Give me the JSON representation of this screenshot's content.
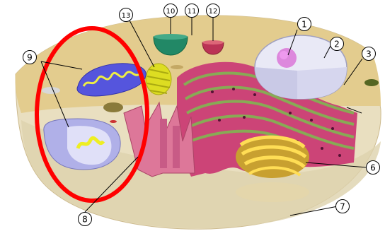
{
  "callouts": [
    {
      "id": "c1",
      "number": "1"
    },
    {
      "id": "c2",
      "number": "2"
    },
    {
      "id": "c3",
      "number": "3"
    },
    {
      "id": "c6",
      "number": "6"
    },
    {
      "id": "c7",
      "number": "7"
    },
    {
      "id": "c8",
      "number": "8"
    },
    {
      "id": "c9",
      "number": "9"
    },
    {
      "id": "c10",
      "number": "10"
    },
    {
      "id": "c11",
      "number": "11"
    },
    {
      "id": "c12",
      "number": "12"
    },
    {
      "id": "c13",
      "number": "13"
    }
  ],
  "highlight": {
    "shape": "ellipse",
    "color": "#ff0000",
    "encloses": [
      "9"
    ]
  },
  "colors": {
    "cytoplasm_top": "#e3cc8e",
    "cytoplasm_wall": "#e9dfc0",
    "nucleus": "#e9e9f6",
    "nucleolus": "#dd88dd",
    "rough_er": "#cc4477",
    "golgi": "#ddbb33",
    "mitochondrion": "#5555dd",
    "highlight": "#ff0000"
  }
}
